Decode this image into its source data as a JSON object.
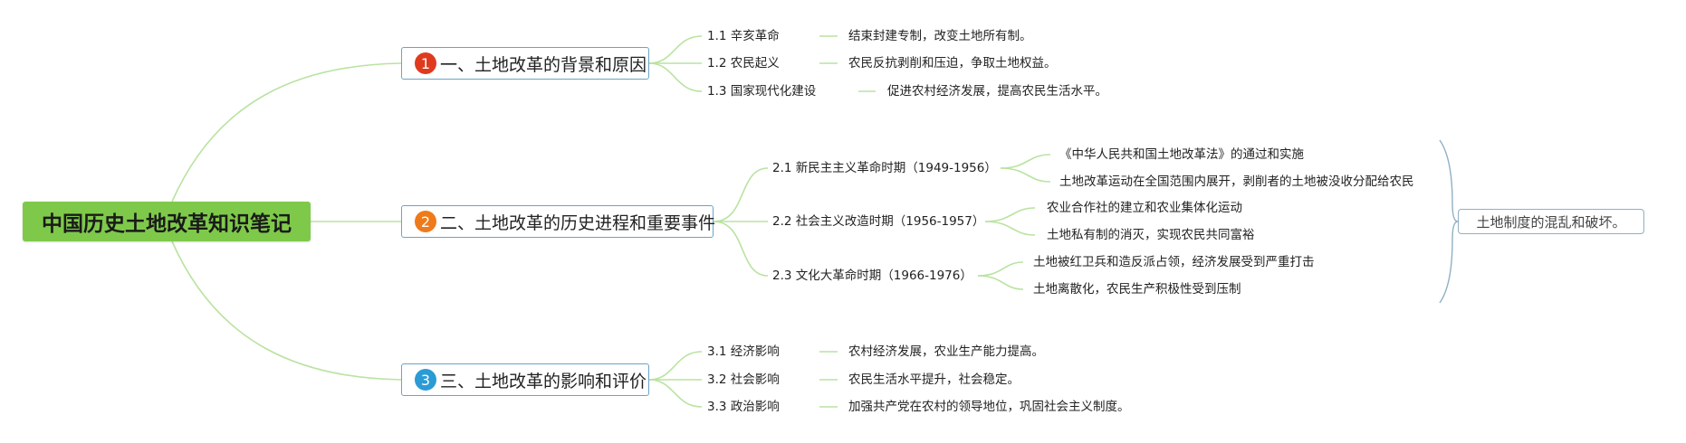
{
  "root": {
    "title": "中国历史土地改革知识笔记"
  },
  "branches": [
    {
      "badge": "1",
      "badge_color": "#e03a1e",
      "label": "一、土地改革的背景和原因",
      "children": [
        {
          "label": "1.1 辛亥革命",
          "detail": "结束封建专制，改变土地所有制。"
        },
        {
          "label": "1.2 农民起义",
          "detail": "农民反抗剥削和压迫，争取土地权益。"
        },
        {
          "label": "1.3 国家现代化建设",
          "detail": "促进农村经济发展，提高农民生活水平。"
        }
      ]
    },
    {
      "badge": "2",
      "badge_color": "#ef7a1a",
      "label": "二、土地改革的历史进程和重要事件",
      "children": [
        {
          "label": "2.1 新民主主义革命时期（1949-1956）",
          "details": [
            "《中华人民共和国土地改革法》的通过和实施",
            "土地改革运动在全国范围内展开，剥削者的土地被没收分配给农民"
          ]
        },
        {
          "label": "2.2 社会主义改造时期（1956-1957）",
          "details": [
            "农业合作社的建立和农业集体化运动",
            "土地私有制的消灭，实现农民共同富裕"
          ]
        },
        {
          "label": "2.3 文化大革命时期（1966-1976）",
          "details": [
            "土地被红卫兵和造反派占领，经济发展受到严重打击",
            "土地离散化，农民生产积极性受到压制"
          ]
        }
      ],
      "summary": "土地制度的混乱和破坏。"
    },
    {
      "badge": "3",
      "badge_color": "#2b9bd6",
      "label": "三、土地改革的影响和评价",
      "children": [
        {
          "label": "3.1 经济影响",
          "detail": "农村经济发展，农业生产能力提高。"
        },
        {
          "label": "3.2 社会影响",
          "detail": "农民生活水平提升，社会稳定。"
        },
        {
          "label": "3.3 政治影响",
          "detail": "加强共产党在农村的领导地位，巩固社会主义制度。"
        }
      ]
    }
  ],
  "colors": {
    "line": "#b9e3a0",
    "summary_border": "#8fb0c4",
    "main_border": "#6aa3c8",
    "root_fill": "#7ec94a"
  }
}
